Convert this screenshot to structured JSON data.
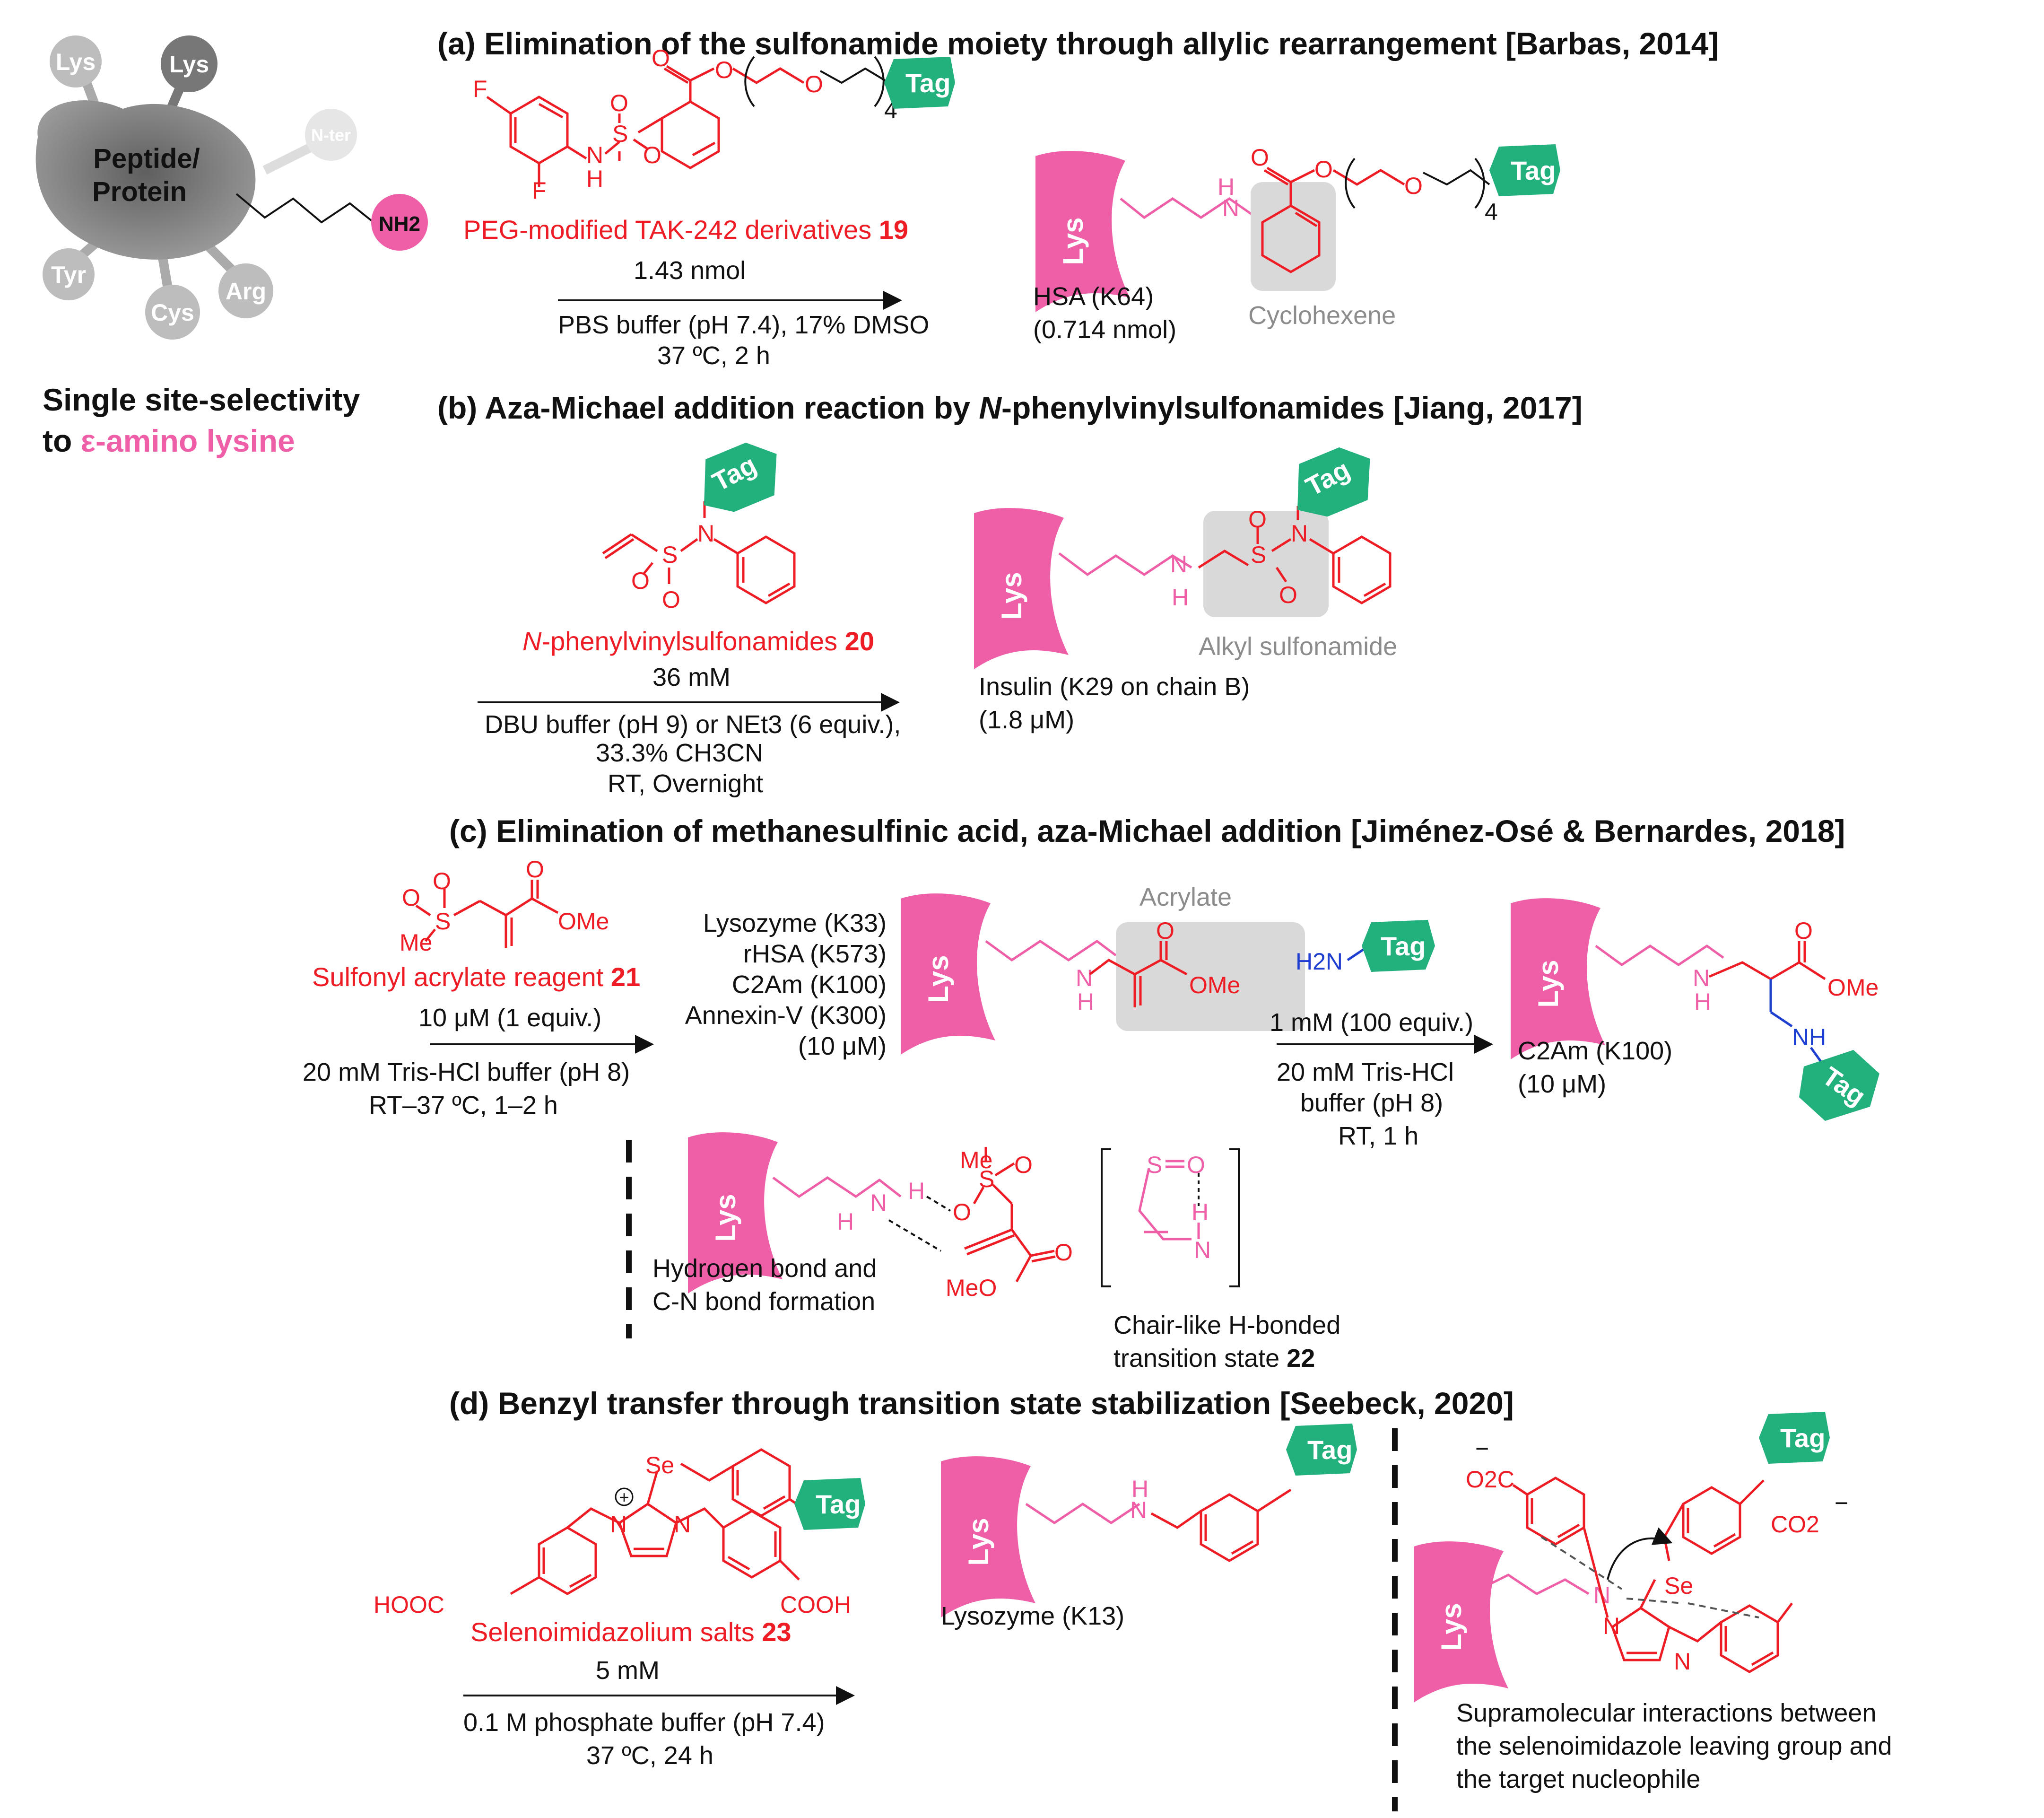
{
  "overview": {
    "center_label_line1": "Peptide/",
    "center_label_line2": "Protein",
    "satellites": [
      "Lys",
      "Lys",
      "N-ter",
      "Tyr",
      "Cys",
      "Arg"
    ],
    "amine": "NH2",
    "selectivity_line1": "Single site-selectivity",
    "selectivity_prefix": "to ",
    "selectivity_highlight": "ε-amino lysine"
  },
  "tag_label": "Tag",
  "lys_label": "Lys",
  "panel_a": {
    "heading": "(a) Elimination of the sulfonamide moiety through allylic rearrangement [Barbas, 2014]",
    "reagent_name": "PEG-modified TAK-242 derivatives",
    "reagent_number": "19",
    "amount": "1.43 nmol",
    "cond1": "PBS buffer (pH 7.4), 17% DMSO",
    "cond2": "37 ºC, 2 h",
    "protein": "HSA (K64)",
    "protein_amount": "(0.714 nmol)",
    "motif": "Cyclohexene",
    "repeat": "4"
  },
  "panel_b": {
    "heading_pre": "(b) Aza-Michael addition reaction by ",
    "heading_ital": "N",
    "heading_post": "-phenylvinylsulfonamides [Jiang, 2017]",
    "reagent_ital": "N",
    "reagent_name": "-phenylvinylsulfonamides",
    "reagent_number": "20",
    "amount": "36 mM",
    "cond1": "DBU buffer (pH 9) or NEt3 (6 equiv.),",
    "cond2": "33.3% CH3CN",
    "cond3": "RT, Overnight",
    "motif": "Alkyl  sulfonamide",
    "protein": "Insulin  (K29 on chain B)",
    "protein_amount": "(1.8 μM)"
  },
  "panel_c": {
    "heading": "(c) Elimination of methanesulfinic acid, aza-Michael addition [Jiménez-Osé & Bernardes,  2018]",
    "reagent_name": "Sulfonyl acrylate reagent",
    "reagent_number": "21",
    "amount": "10 μM (1 equiv.)",
    "cond1": "20 mM Tris-HCl buffer (pH 8)",
    "cond2": "RT–37 ºC, 1–2 h",
    "proteins": [
      "Lysozyme (K33)",
      "rHSA (K573)",
      "C2Am (K100)",
      "Annexin-V  (K300)",
      "(10 μM)"
    ],
    "motif": "Acrylate",
    "amount2": "1 mM (100 equiv.)",
    "cond3": "20 mM Tris-HCl",
    "cond4": "buffer (pH 8)",
    "cond5": "RT, 1 h",
    "protein2": "C2Am (K100)",
    "protein2_amount": "(10 μM)",
    "hbond_line1": "Hydrogen bond and",
    "hbond_line2": "C-N bond formation",
    "ts_line1": "Chair-like H-bonded",
    "ts_line2": "transition state",
    "ts_number": "22"
  },
  "panel_d": {
    "heading": "(d) Benzyl transfer through transition state stabilization [Seebeck, 2020]",
    "reagent_name": "Selenoimidazolium  salts",
    "reagent_number": "23",
    "amount": "5 mM",
    "cond1": "0.1 M phosphate buffer (pH 7.4)",
    "cond2": "37 ºC, 24 h",
    "protein": "Lysozyme (K13)",
    "note_line1": "Supramolecular interactions between",
    "note_line2": "the selenoimidazole leaving group and",
    "note_line3": "the target nucleophile"
  },
  "atoms": {
    "F": "F",
    "N": "N",
    "H": "H",
    "S": "S",
    "O": "O",
    "Se": "Se",
    "OMe": "OMe",
    "MeO": "MeO",
    "Me": "Me",
    "NH": "NH",
    "H2N": "H2N",
    "HOOC": "HOOC",
    "COOH": "COOH",
    "O2C": "O2C",
    "CO2": "CO2",
    "plus": "+",
    "minus": "−"
  },
  "colors": {
    "reagent": "#ee1c25",
    "lysine": "#ee5fa7",
    "tag": "#22b07d",
    "amine_blue": "#1f3fd1",
    "highlight_box": "#d9d9d9"
  }
}
